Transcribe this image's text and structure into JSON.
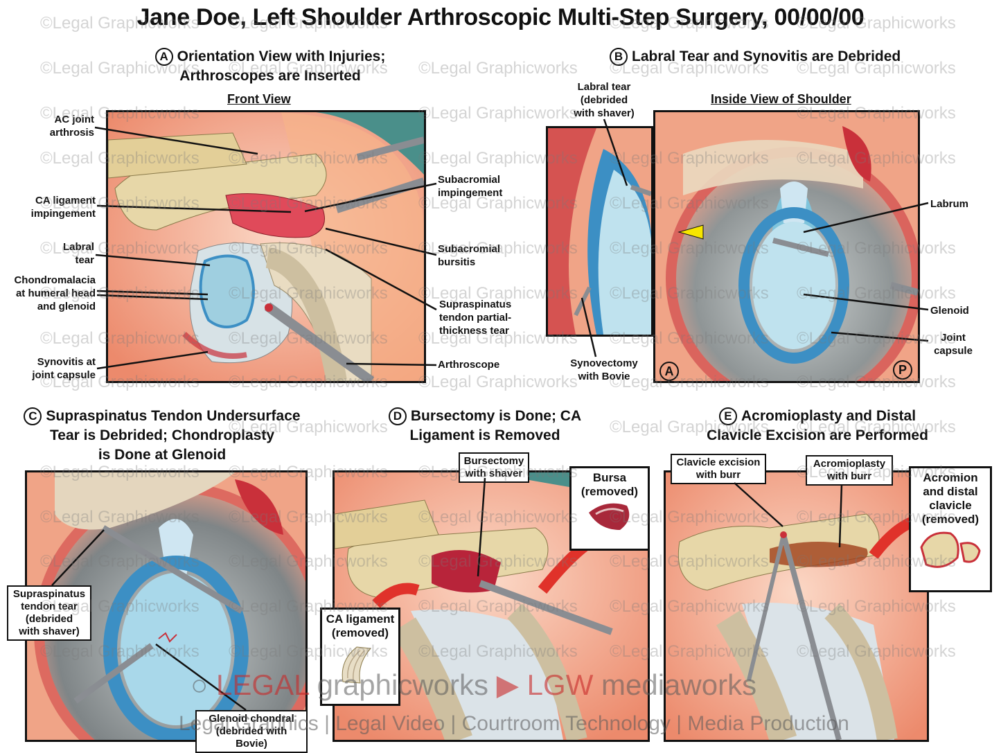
{
  "title": "Jane Doe, Left Shoulder Arthroscopic Multi-Step Surgery, 00/00/00",
  "panels": {
    "a": {
      "letter": "A",
      "heading_line1": "Orientation View with Injuries;",
      "heading_line2": "Arthroscopes are Inserted",
      "subhead": "Front View",
      "labels": {
        "ac_joint": "AC joint\narthrosis",
        "ca_ligament": "CA ligament\nimpingement",
        "labral_tear": "Labral\ntear",
        "chondromalacia": "Chondromalacia\nat humeral head\nand glenoid",
        "synovitis": "Synovitis at\njoint capsule",
        "subacromial_impingement": "Subacromial\nimpingement",
        "subacromial_bursitis": "Subacromial\nbursitis",
        "supraspinatus": "Supraspinatus\ntendon partial-\nthickness tear",
        "arthroscope": "Arthroscope"
      }
    },
    "b": {
      "letter": "B",
      "heading": "Labral Tear and Synovitis are Debrided",
      "subhead": "Inside View of Shoulder",
      "labels": {
        "labral_tear": "Labral tear\n(debrided\nwith shaver)",
        "labrum": "Labrum",
        "glenoid": "Glenoid",
        "joint_capsule": "Joint\ncapsule",
        "synovectomy": "Synovectomy\nwith Bovie"
      },
      "markers": {
        "anterior": "A",
        "posterior": "P"
      }
    },
    "c": {
      "letter": "C",
      "heading_line1": "Supraspinatus Tendon Undersurface",
      "heading_line2": "Tear is Debrided; Chondroplasty",
      "heading_line3": "is Done at Glenoid",
      "labels": {
        "supraspinatus": "Supraspinatus\ntendon tear\n(debrided\nwith shaver)",
        "glenoid_chondral": "Glenoid chondral\n(debrided with Bovie)"
      }
    },
    "d": {
      "letter": "D",
      "heading_line1": "Bursectomy is Done; CA",
      "heading_line2": "Ligament is Removed",
      "labels": {
        "bursectomy": "Bursectomy\nwith shaver",
        "bursa": "Bursa\n(removed)",
        "ca_ligament": "CA ligament\n(removed)"
      }
    },
    "e": {
      "letter": "E",
      "heading_line1": "Acromioplasty and Distal",
      "heading_line2": "Clavicle Excision are Performed",
      "labels": {
        "clavicle_excision": "Clavicle excision\nwith burr",
        "acromioplasty": "Acromioplasty\nwith burr",
        "acromion": "Acromion\nand distal\nclavicle\n(removed)"
      }
    }
  },
  "watermark": "©Legal Graphicworks",
  "footer": {
    "logo_legal": "LEGAL",
    "logo_graphicworks": "graphicworks",
    "logo_lgw": "LGW",
    "logo_mediaworks": "mediaworks",
    "services": "Legal Graphics | Legal Video | Courtroom Technology | Media Production"
  },
  "colors": {
    "tissue_pink": "#f2a58e",
    "bone": "#e7d7a8",
    "glenoid_blue": "#7fc4dc",
    "labrum_blue": "#3c8fc4",
    "inflamed_red": "#c9303a",
    "scope_gray": "#8a8d92"
  }
}
